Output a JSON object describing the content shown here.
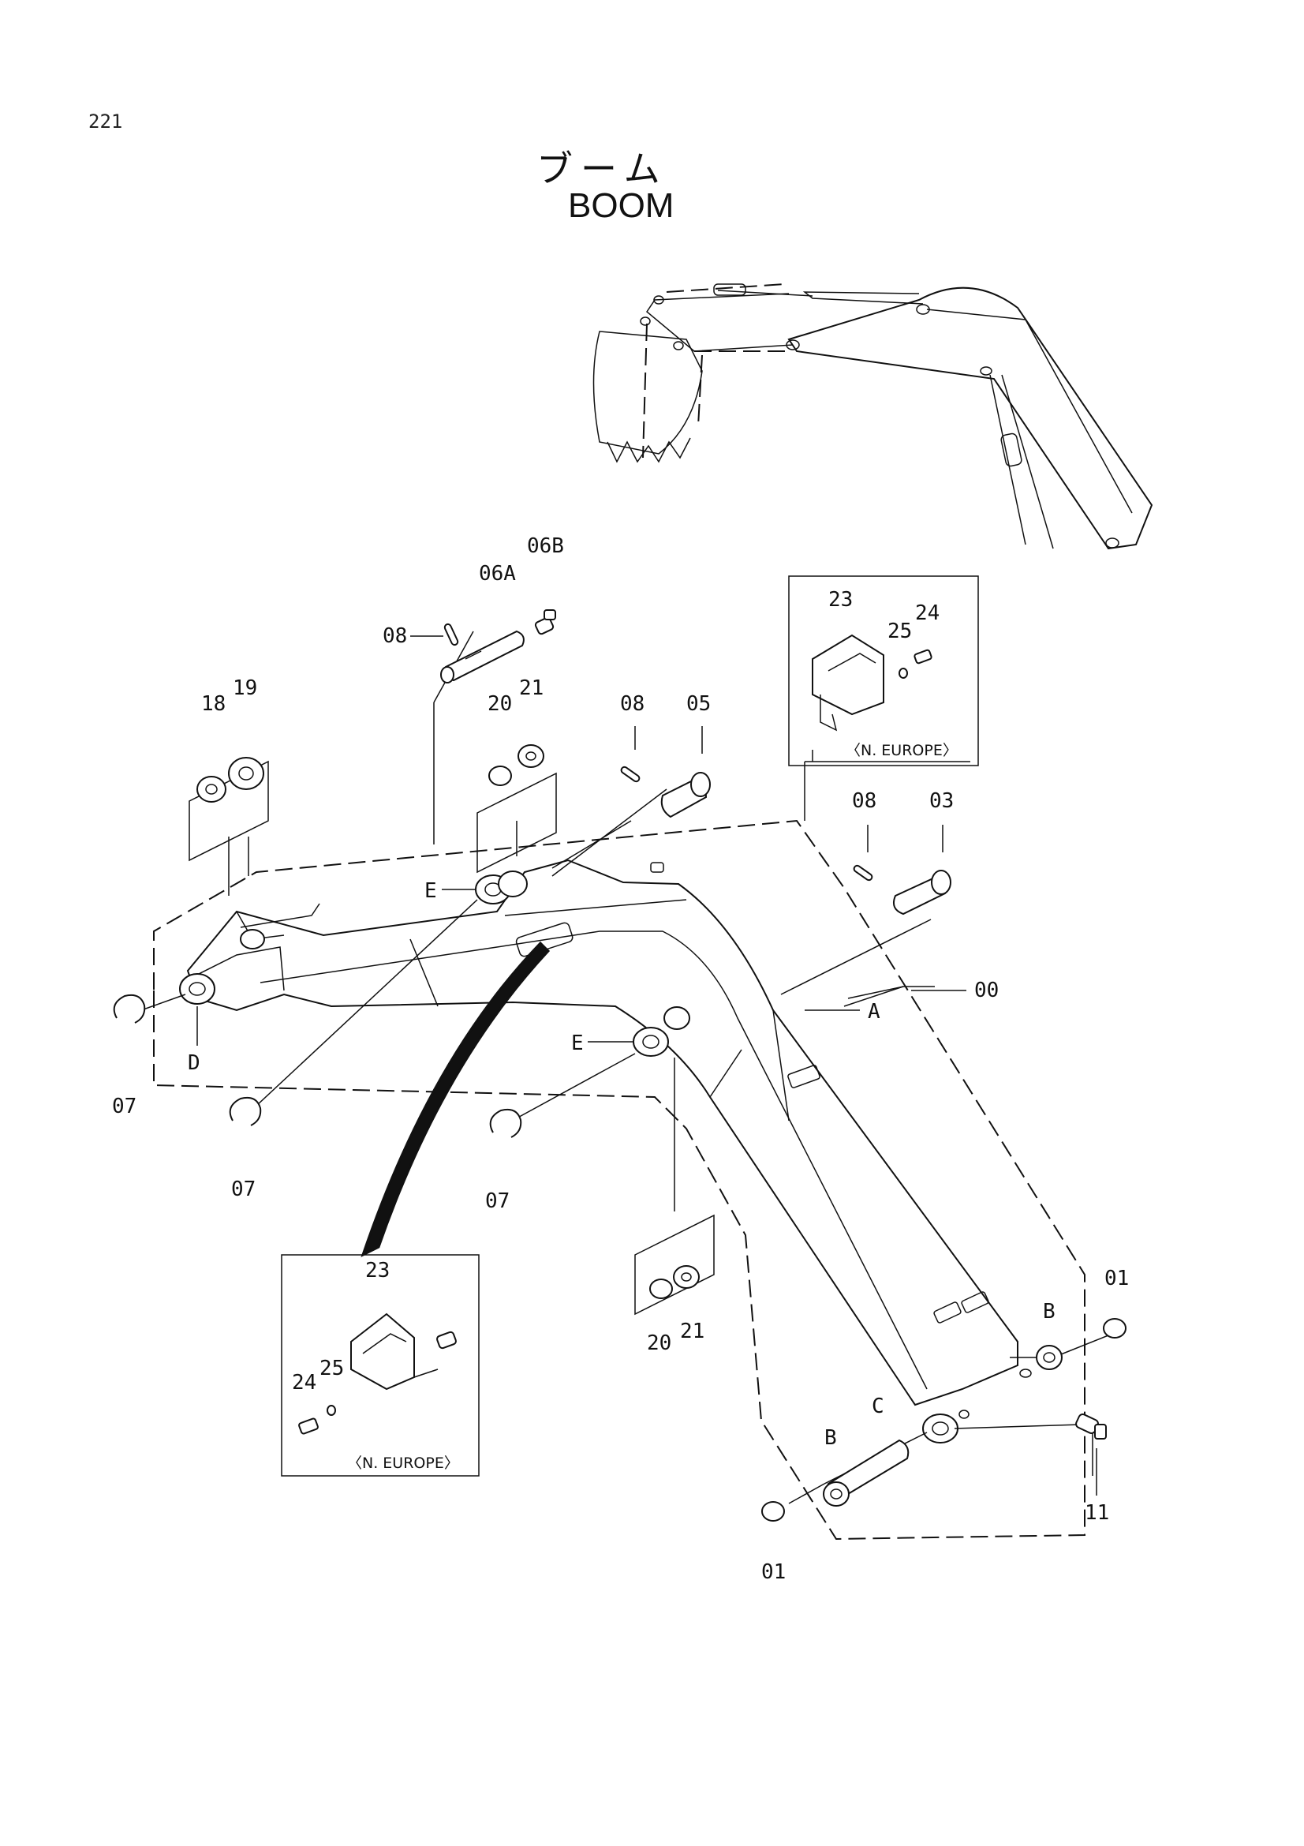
{
  "page_number": "221",
  "title_jp": "ブーム",
  "title_en": "BOOM",
  "callouts": {
    "c00": "00",
    "c01a": "01",
    "c01b": "01",
    "c03": "03",
    "c05": "05",
    "c06a": "06A",
    "c06b": "06B",
    "c07a": "07",
    "c07b": "07",
    "c07c": "07",
    "c08a": "08",
    "c08b": "08",
    "c08c": "08",
    "c11": "11",
    "c18": "18",
    "c19": "19",
    "c20a": "20",
    "c20b": "20",
    "c21a": "21",
    "c21b": "21",
    "c23a": "23",
    "c23b": "23",
    "c24a": "24",
    "c24b": "24",
    "c25a": "25",
    "c25b": "25",
    "lA": "A",
    "lBa": "B",
    "lBb": "B",
    "lC": "C",
    "lD": "D",
    "lEa": "E",
    "lEb": "E"
  },
  "region_labels": {
    "europe_top": "〈N. EUROPE〉",
    "europe_bottom": "〈N. EUROPE〉"
  }
}
